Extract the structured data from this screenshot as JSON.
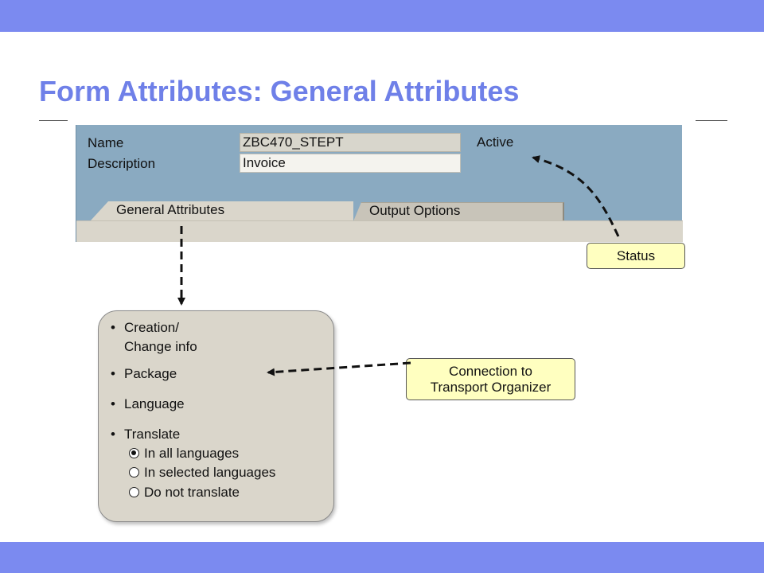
{
  "slide": {
    "title": "Form Attributes: General Attributes"
  },
  "sap": {
    "name_label": "Name",
    "name_value": "ZBC470_STEPT",
    "description_label": "Description",
    "description_value": "Invoice",
    "status": "Active",
    "tabs": [
      {
        "label": "General Attributes",
        "active": true
      },
      {
        "label": "Output Options",
        "active": false
      }
    ]
  },
  "callouts": {
    "status": "Status",
    "connection_line1": "Connection to",
    "connection_line2": "Transport Organizer"
  },
  "info_box": {
    "bullet_symbol": "•",
    "items": [
      {
        "line1": "Creation/",
        "line2": "Change info"
      },
      {
        "line1": "Package"
      },
      {
        "line1": "Language"
      },
      {
        "line1": "Translate"
      }
    ],
    "radios": [
      {
        "label": "In all languages",
        "checked": true
      },
      {
        "label": "In selected languages",
        "checked": false
      },
      {
        "label": "Do not translate",
        "checked": false
      }
    ]
  },
  "colors": {
    "header_bar": "#7b8af0",
    "title": "#6f80e8",
    "sap_background": "#8aaac1",
    "callout_fill": "#ffffc0",
    "info_box_fill": "#dad6cb"
  }
}
